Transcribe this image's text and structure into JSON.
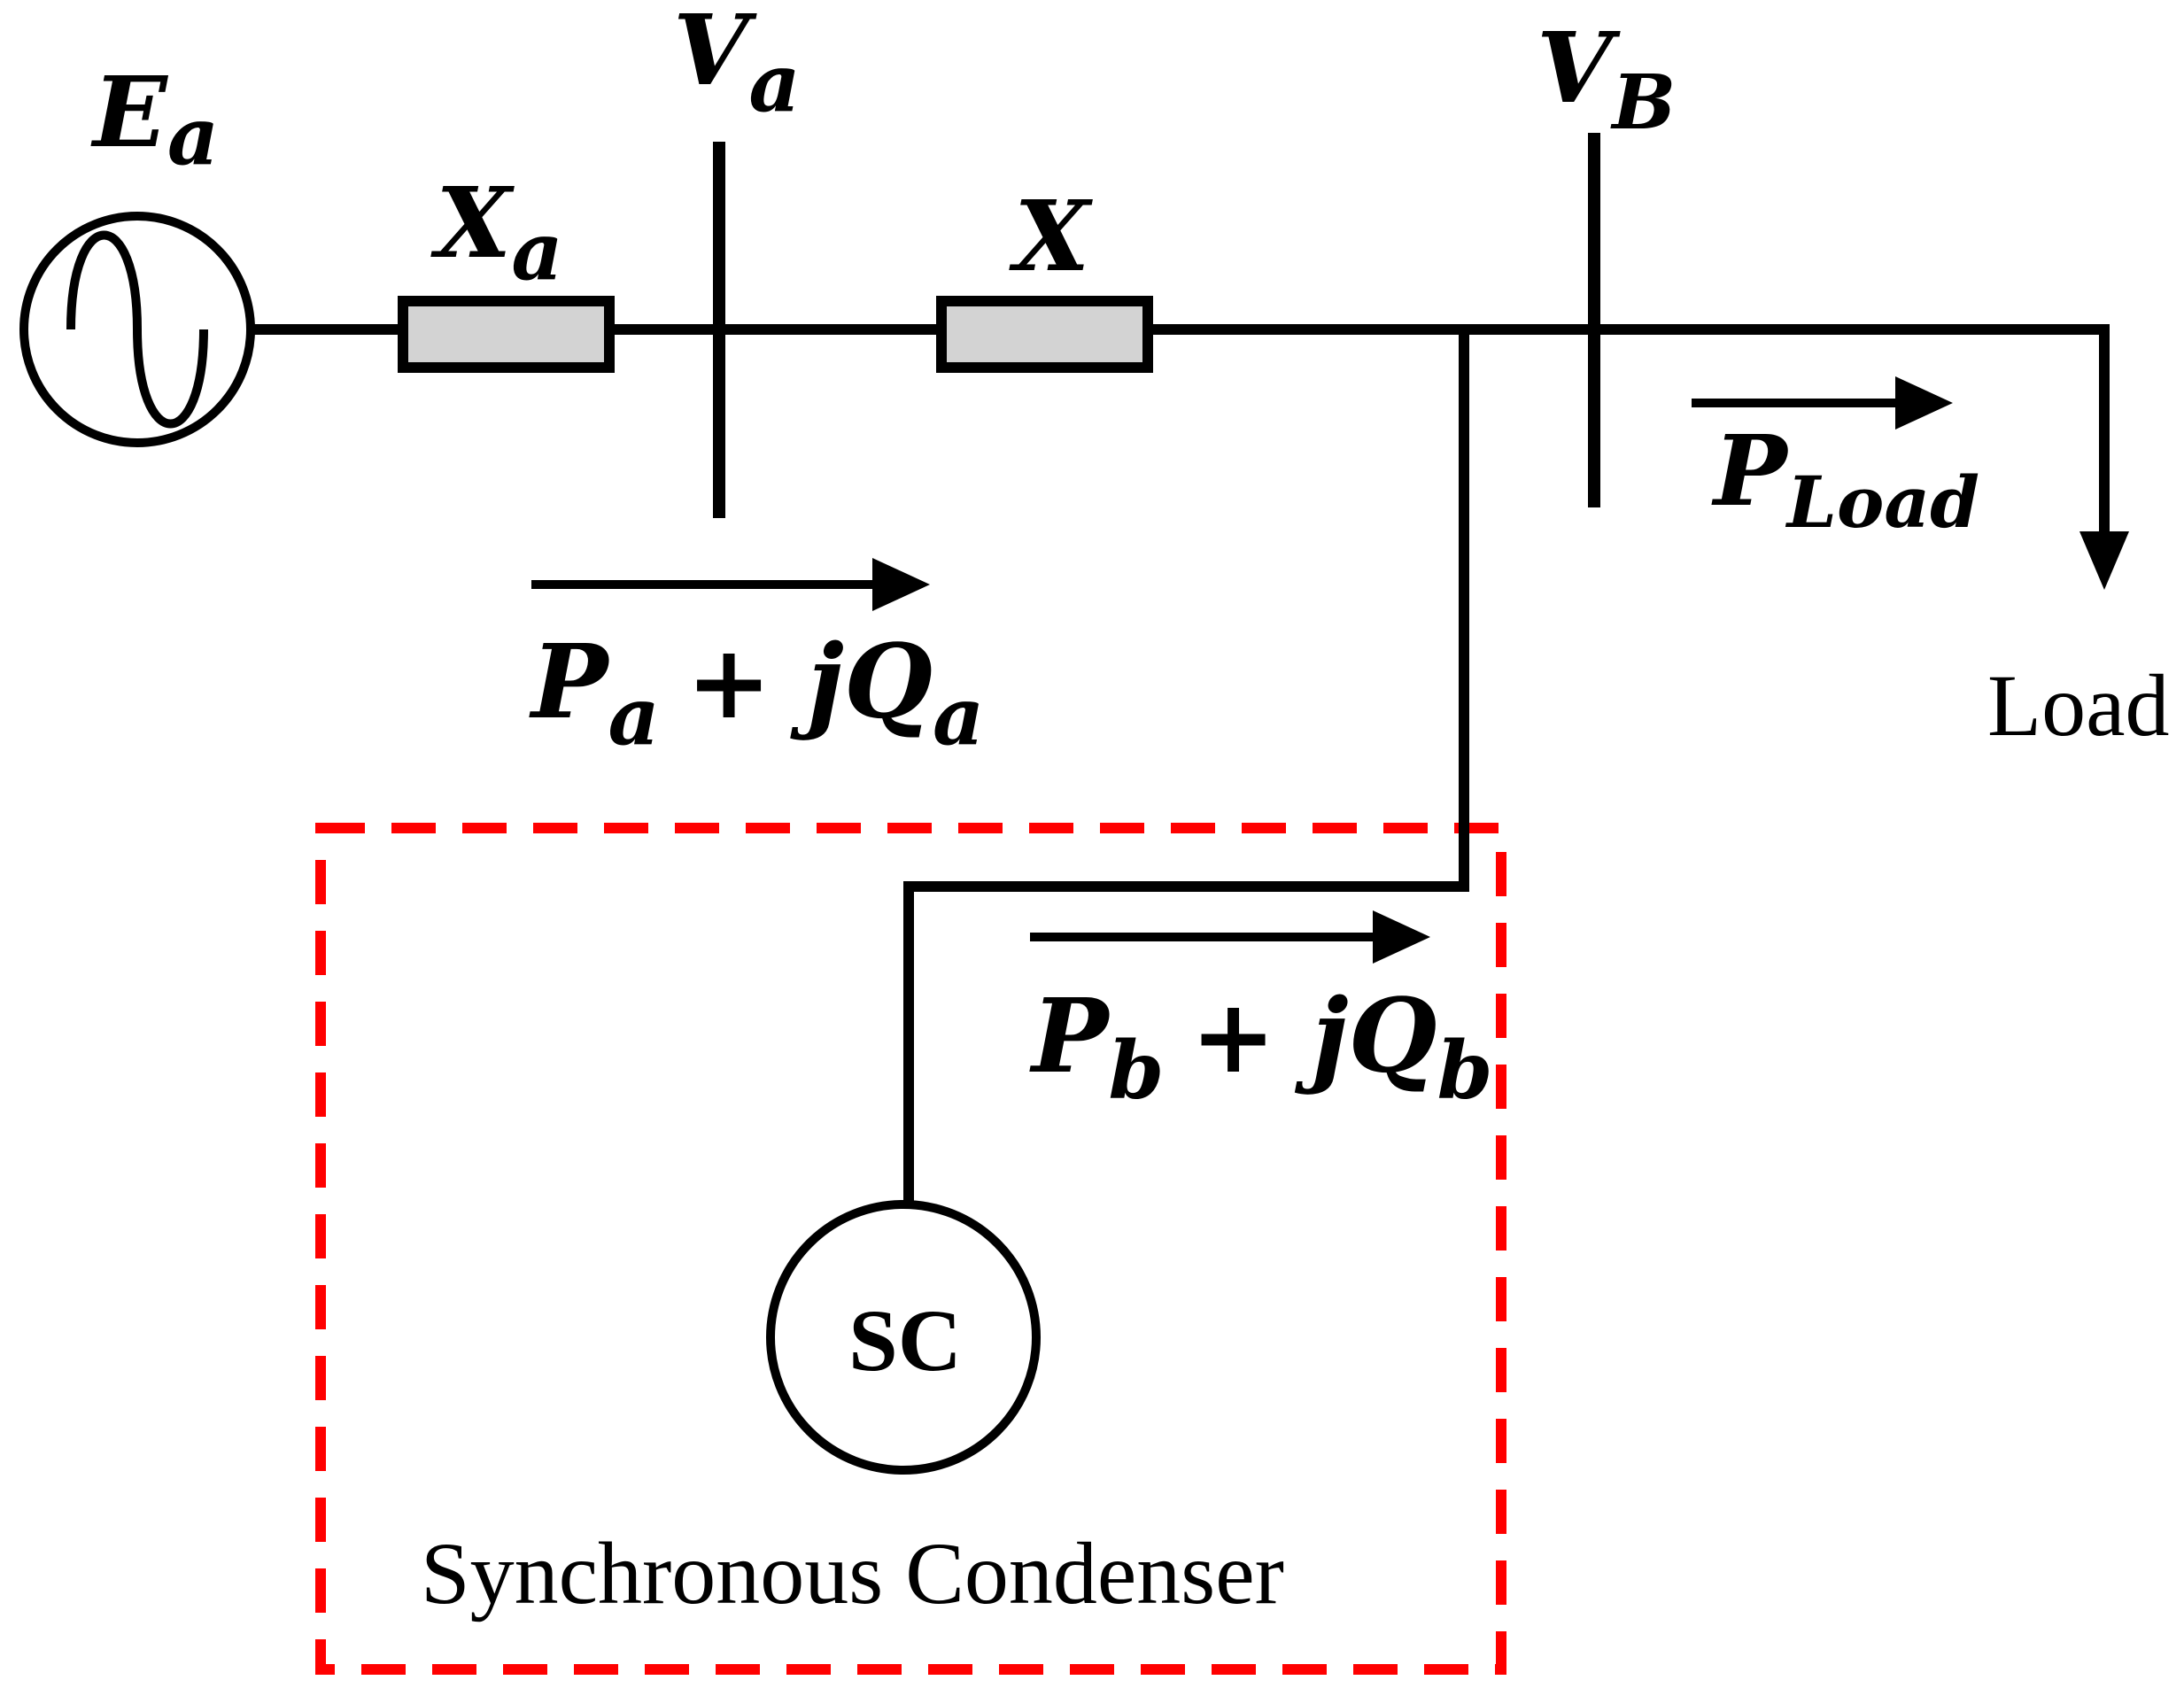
{
  "labels": {
    "ea": {
      "main": "E",
      "sub": "a"
    },
    "va": {
      "main": "V",
      "sub": "a"
    },
    "vb": {
      "main": "V",
      "sub": "B"
    },
    "xa": {
      "main": "X",
      "sub": "a"
    },
    "x": {
      "main": "X"
    },
    "pload": {
      "main": "P",
      "sub": "Load"
    },
    "pa": {
      "p": "P",
      "psub": "a",
      "op": "+ jQ",
      "qsub": "a"
    },
    "pb": {
      "p": "P",
      "psub": "b",
      "op": "+ jQ",
      "qsub": "b"
    },
    "load": "Load",
    "sc": "SC",
    "condenser": "Synchronous Condenser"
  },
  "colors": {
    "line": "#000000",
    "resistor_fill": "#d3d3d3",
    "boundary": "#ff0000"
  },
  "icons": {
    "source": "ac-source-icon",
    "load_arrow": "arrow-down-icon"
  }
}
